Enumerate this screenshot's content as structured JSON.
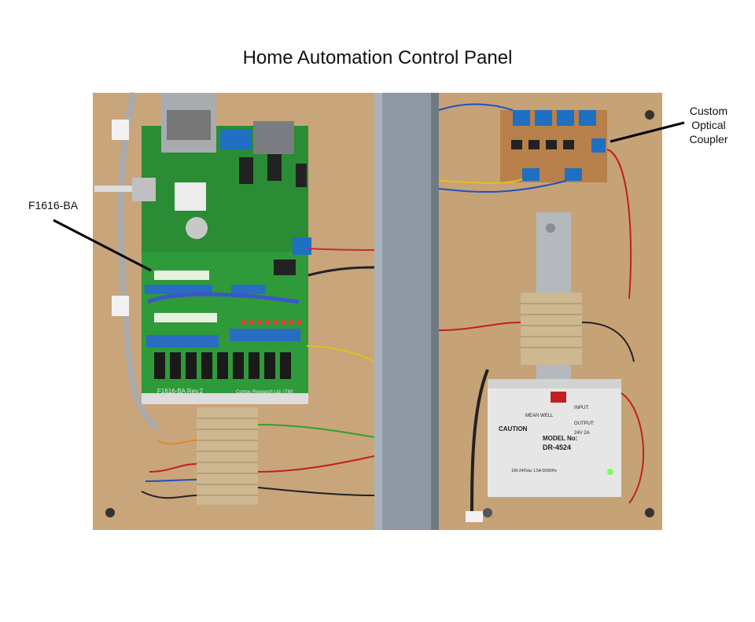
{
  "title": "Home Automation Control Panel",
  "callouts": {
    "board_label": "F1616-BA",
    "coupler_label_line1": "Custom",
    "coupler_label_line2": "Optical",
    "coupler_label_line3": "Coupler"
  },
  "board": {
    "silkscreen": "F1616-BA Rev.2",
    "manufacturer_text": "Compu Research Ltd. (TM)"
  },
  "power_supply": {
    "brand": "MEAN WELL",
    "model_label": "MODEL No:",
    "model": "DR-4524",
    "caution": "CAUTION",
    "input_label": "INPUT:",
    "input_value": "100-240Vac 1.5A 50/60Hz",
    "output_label": "OUTPUT:",
    "output_value": "24V 2A"
  },
  "colors": {
    "backboard": "#c8a47a",
    "pcb": "#2f9a3a",
    "duct": "#8b96a0",
    "psu": "#e6e6e6",
    "terminal": "#c9b48e"
  }
}
